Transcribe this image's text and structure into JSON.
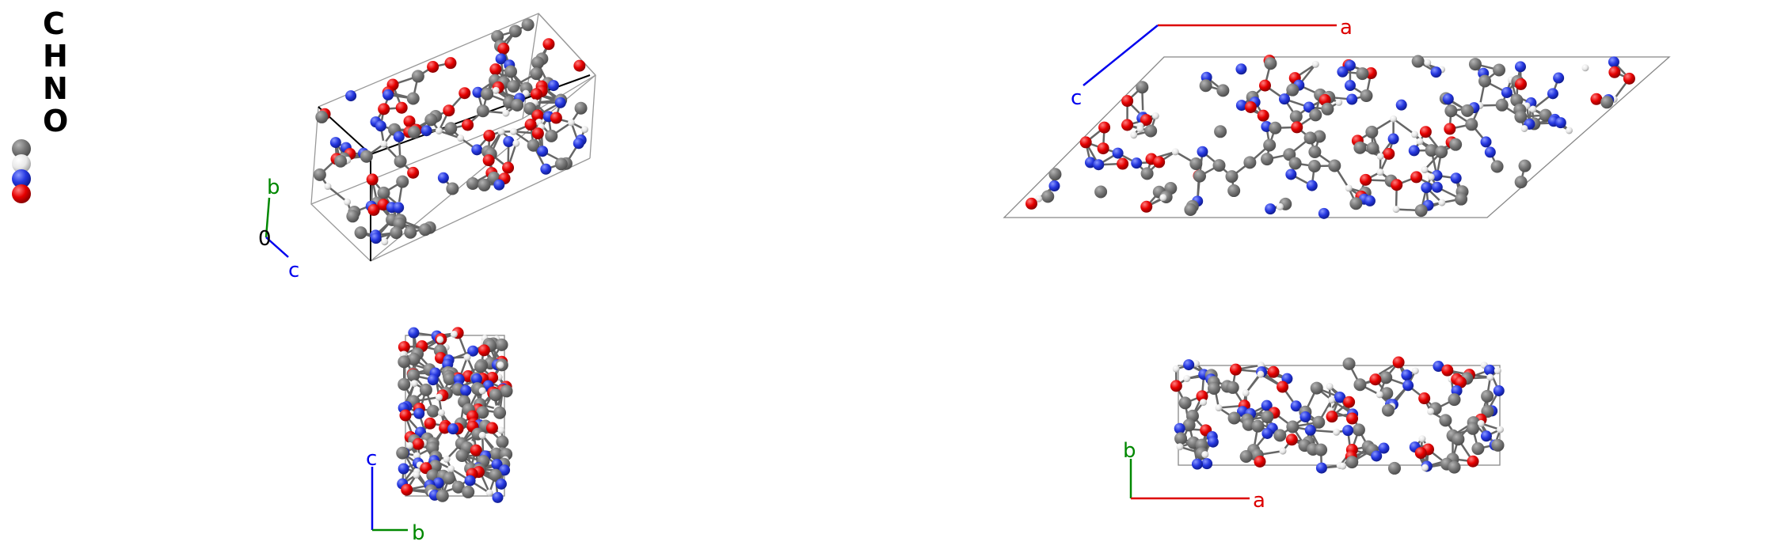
{
  "legend": {
    "elements": [
      {
        "symbol": "C",
        "color": "#777777"
      },
      {
        "symbol": "H",
        "color": "#eeeeee"
      },
      {
        "symbol": "N",
        "color": "#2233dd"
      },
      {
        "symbol": "O",
        "color": "#ee0000"
      }
    ]
  },
  "axes": {
    "a": {
      "label": "a",
      "color": "#dd0000"
    },
    "b": {
      "label": "b",
      "color": "#008800"
    },
    "c": {
      "label": "c",
      "color": "#0000ee"
    },
    "origin": {
      "label": "0",
      "color": "#000000"
    }
  },
  "bond_color": "#666666",
  "cell_color": "#888888"
}
